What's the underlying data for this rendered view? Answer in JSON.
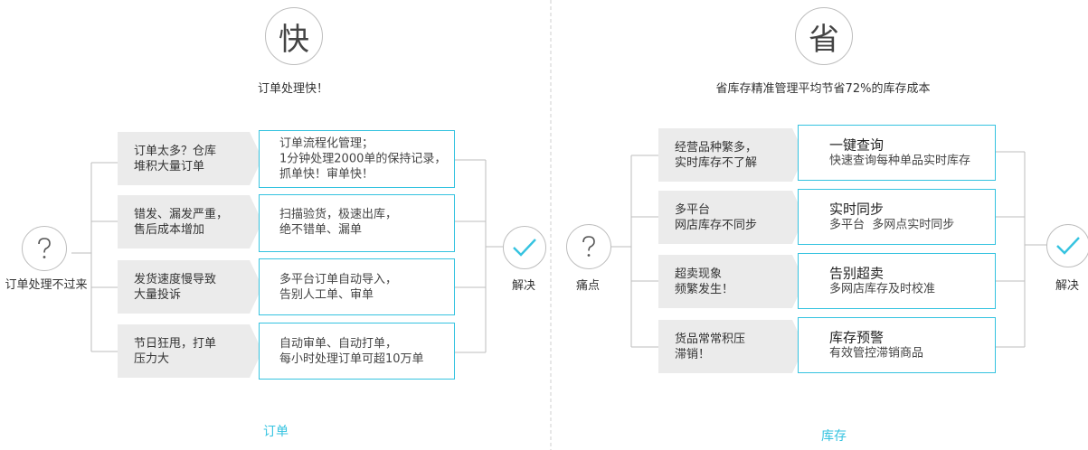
{
  "left": {
    "big_char": "快",
    "heading": "订单处理快！",
    "problem_label": "订单处理不过来",
    "solve_label": "解决",
    "bottom_label": "订单",
    "rows": [
      {
        "pain": [
          "订单太多？仓库",
          "堆积大量订单"
        ],
        "solution": [
          "订单流程化管理；",
          "1分钟处理2000单的保持记录，",
          "抓单快！审单快！"
        ]
      },
      {
        "pain": [
          "错发、漏发严重，",
          "售后成本增加"
        ],
        "solution": [
          "扫描验货，极速出库，",
          "绝不错单、漏单"
        ]
      },
      {
        "pain": [
          "发货速度慢导致",
          "大量投诉"
        ],
        "solution": [
          "多平台订单自动导入，",
          "告别人工单、审单"
        ]
      },
      {
        "pain": [
          "节日狂甩，打单",
          "压力大"
        ],
        "solution": [
          "自动审单、自动打单，",
          "每小时处理订单可超10万单"
        ]
      }
    ]
  },
  "right": {
    "big_char": "省",
    "heading": "省库存精准管理平均节省72%的库存成本",
    "problem_label": "痛点",
    "solve_label": "解决",
    "bottom_label": "库存",
    "rows": [
      {
        "pain": [
          "经营品种繁多，",
          "实时库存不了解"
        ],
        "title": "一键查询",
        "desc": "快速查询每种单品实时库存"
      },
      {
        "pain": [
          "多平台",
          "网店库存不同步"
        ],
        "title": "实时同步",
        "desc": "多平台  多网点实时同步"
      },
      {
        "pain": [
          "超卖现象",
          "频繁发生！"
        ],
        "title": "告别超卖",
        "desc": "多网店库存及时校准"
      },
      {
        "pain": [
          "货品常常积压",
          "滞销！"
        ],
        "title": "库存预警",
        "desc": "有效管控滞销商品"
      }
    ]
  },
  "icons": {
    "question": "question-circle-icon",
    "check": "check-circle-icon"
  },
  "colors": {
    "accent": "#35c3e0",
    "pain_bg": "#ebebeb",
    "line": "#bdbdbd"
  }
}
